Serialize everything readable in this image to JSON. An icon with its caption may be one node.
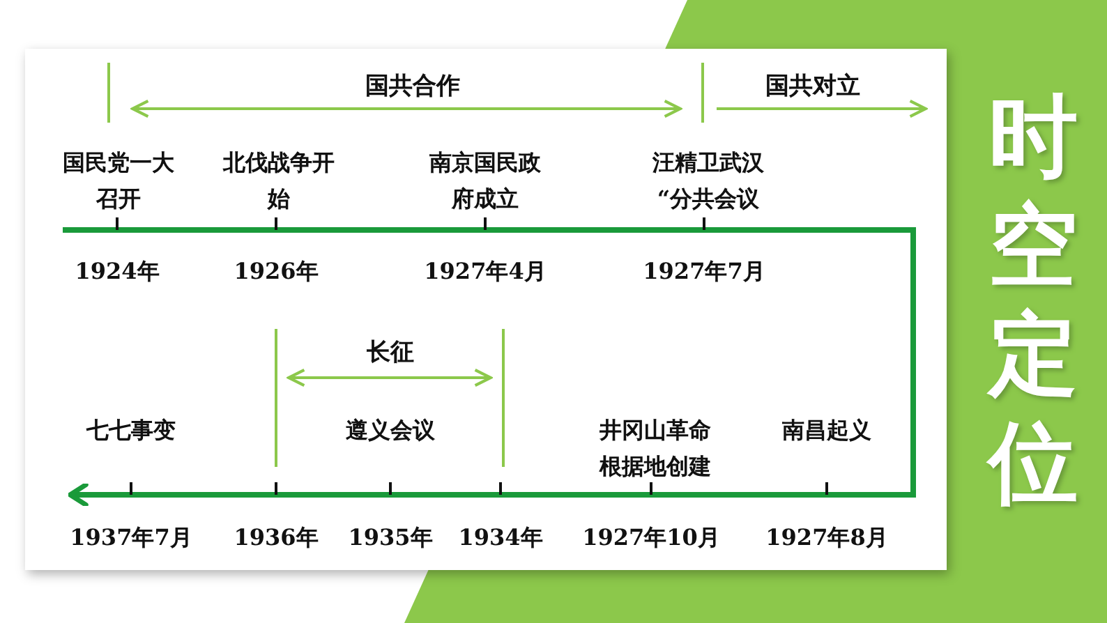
{
  "diagram": {
    "title": "时空定位",
    "labels": [
      "国共合作",
      "国共对立",
      "国民党一大召开",
      "北伐战争开始",
      "南京国民政府成立",
      "汪精卫武汉“分共会议",
      "1924年",
      "1926年",
      "1927年4月",
      "1927年7月",
      "长征",
      "七七事变",
      "遵义会议",
      "井冈山革命根据地创建",
      "南昌起义",
      "1937年7月",
      "1936年",
      "1935年",
      "1934年",
      "1927年10月",
      "1927年8月"
    ]
  }
}
